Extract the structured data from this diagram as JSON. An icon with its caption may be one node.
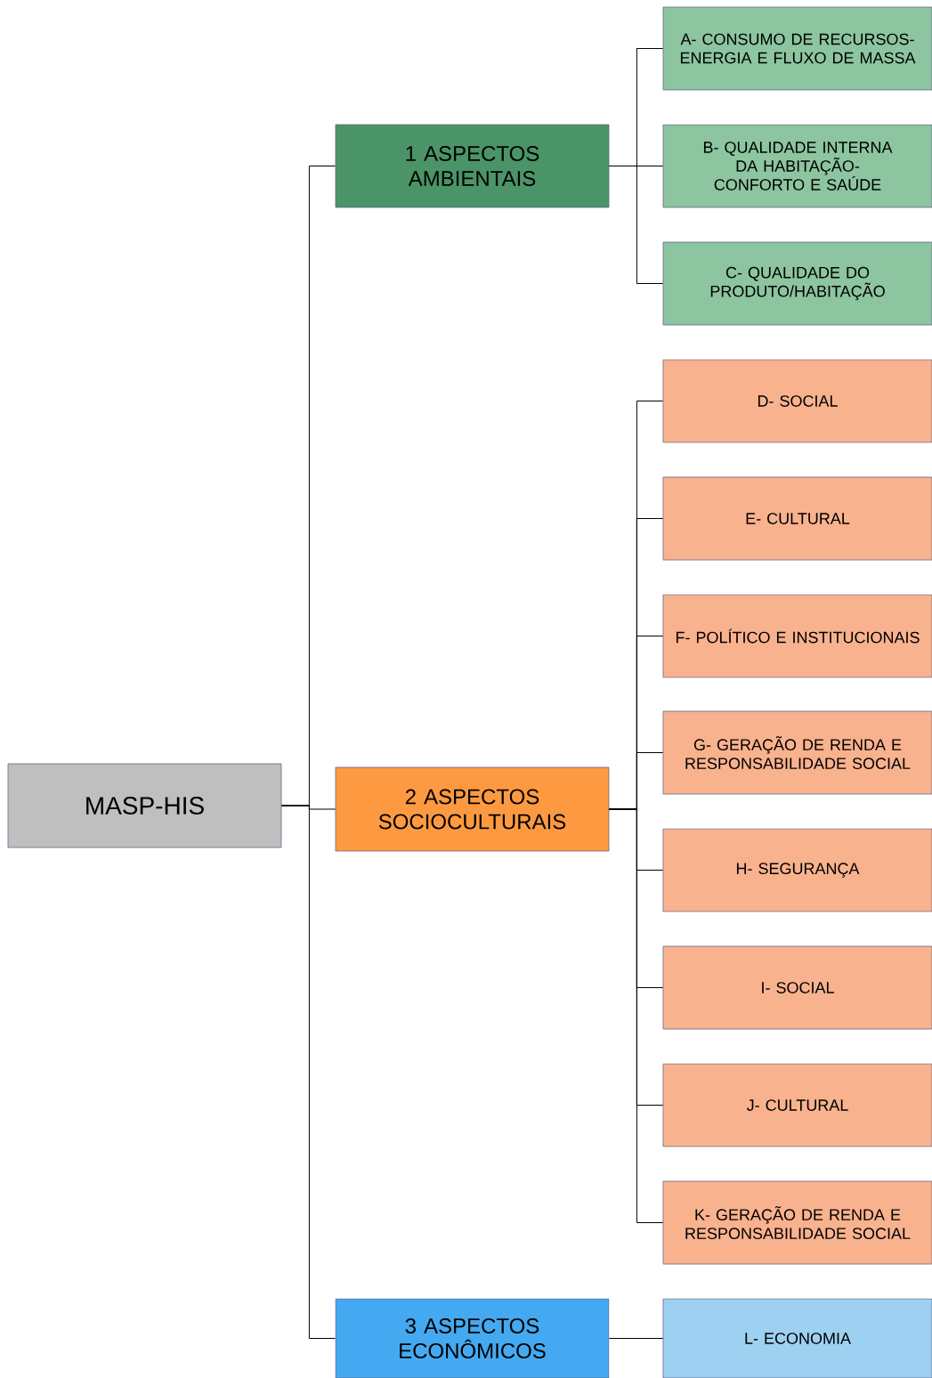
{
  "diagram": {
    "nodes": [
      {
        "text": [
          "MASP-HIS"
        ]
      },
      {
        "text": [
          "1 ASPECTOS AMBIENTAIS"
        ]
      },
      {
        "text": [
          "A- CONSUMO DE RECURSOS- ENERGIA E FLUXO DE MASSA"
        ]
      },
      {
        "text": [
          "B- QUALIDADE INTERNA DA HABITAÇÃO- CONFORTO E SAÚDE"
        ]
      },
      {
        "text": [
          "C- QUALIDADE DO PRODUTO/HABITAÇÃO"
        ]
      },
      {
        "text": [
          "2 ASPECTOS SOCIOCULTURAIS"
        ]
      },
      {
        "text": [
          "D- SOCIAL"
        ]
      },
      {
        "text": [
          "E- CULTURAL"
        ]
      },
      {
        "text": [
          "F- POLÍTICO E INSTITUCIONAIS"
        ]
      },
      {
        "text": [
          "G- GERAÇÃO DE RENDA E RESPONSABILIDADE SOCIAL"
        ]
      },
      {
        "text": [
          "H- SEGURANÇA"
        ]
      },
      {
        "text": [
          "I- SOCIAL"
        ]
      },
      {
        "text": [
          "J- CULTURAL"
        ]
      },
      {
        "text": [
          "K- GERAÇÃO DE RENDA E RESPONSABILIDADE SOCIAL"
        ]
      },
      {
        "text": [
          "3 ASPECTOS ECONÔMICOS"
        ]
      },
      {
        "text": [
          "L- ECONOMIA"
        ]
      }
    ],
    "edges": [
      {
        "from": 0,
        "to": 1,
        "arrow": "none"
      },
      {
        "from": 0,
        "to": 5,
        "arrow": "none"
      },
      {
        "from": 0,
        "to": 14,
        "arrow": "none"
      },
      {
        "from": 1,
        "to": 2,
        "arrow": "none"
      },
      {
        "from": 1,
        "to": 3,
        "arrow": "none"
      },
      {
        "from": 1,
        "to": 4,
        "arrow": "none"
      },
      {
        "from": 5,
        "to": 6,
        "arrow": "none"
      },
      {
        "from": 5,
        "to": 7,
        "arrow": "none"
      },
      {
        "from": 5,
        "to": 8,
        "arrow": "none"
      },
      {
        "from": 5,
        "to": 9,
        "arrow": "none"
      },
      {
        "from": 5,
        "to": 10,
        "arrow": "none"
      },
      {
        "from": 5,
        "to": 11,
        "arrow": "none"
      },
      {
        "from": 5,
        "to": 12,
        "arrow": "none"
      },
      {
        "from": 5,
        "to": 13,
        "arrow": "none"
      },
      {
        "from": 14,
        "to": 15,
        "arrow": "none"
      }
    ]
  }
}
